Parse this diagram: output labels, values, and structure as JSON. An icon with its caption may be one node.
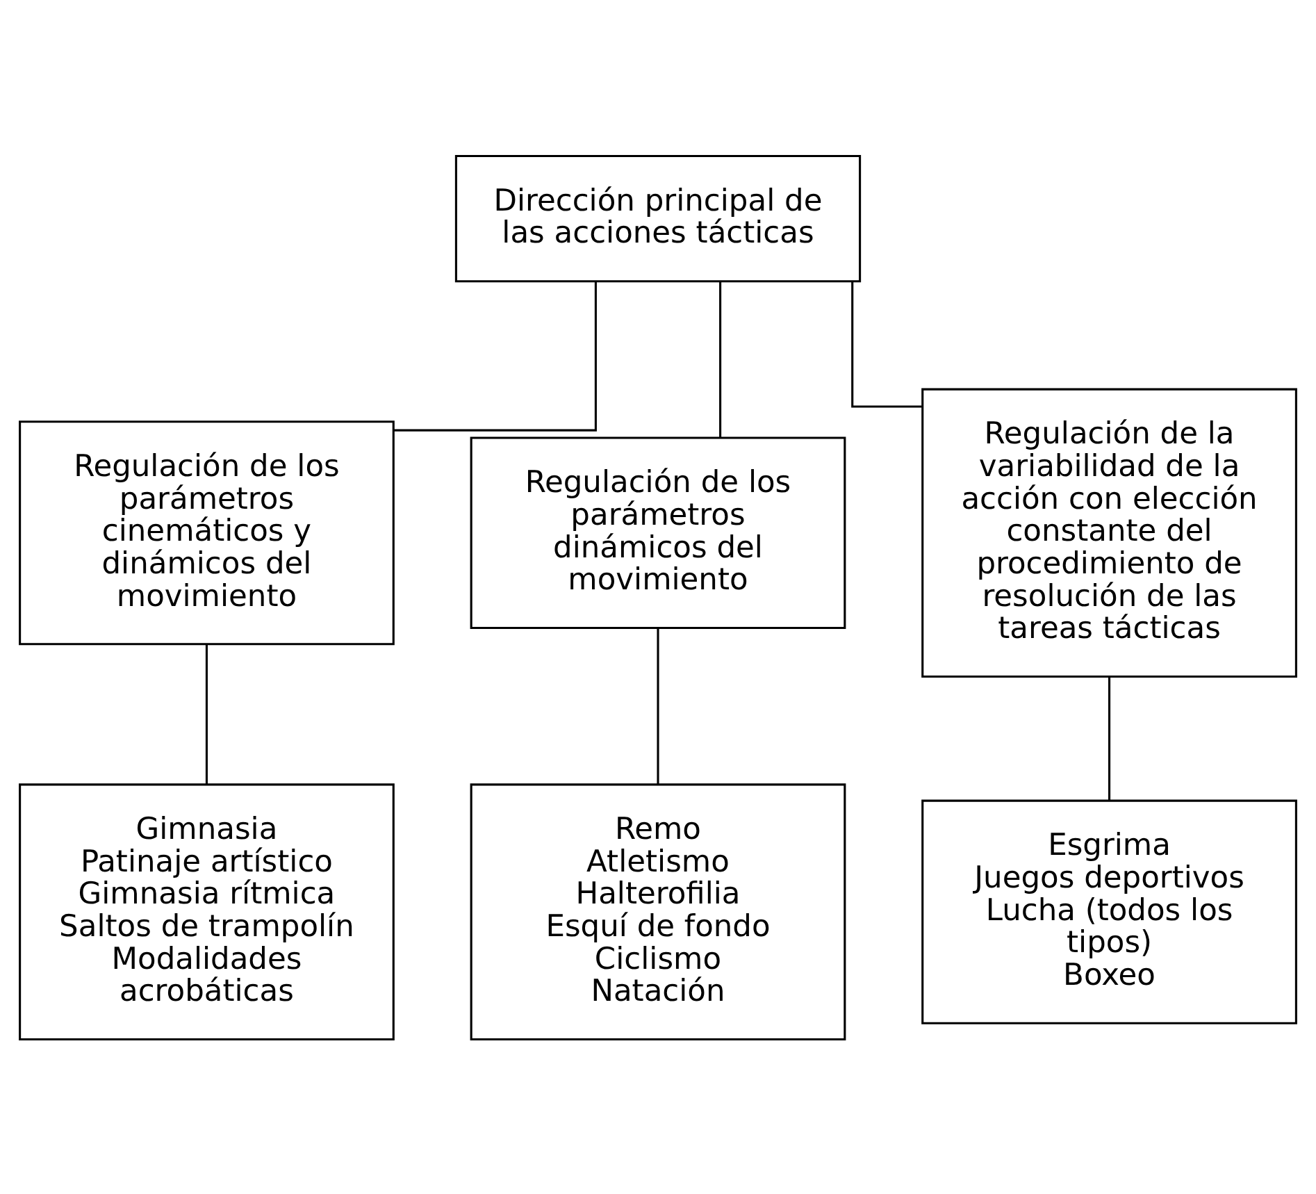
{
  "diagram": {
    "nodes": [
      {
        "text": [
          "Dirección principal de las acciones tácticas"
        ]
      },
      {
        "text": [
          "Regulación de los parámetros cinemáticos y dinámicos del movimiento"
        ]
      },
      {
        "text": [
          "Regulación de los parámetros dinámicos del movimiento"
        ]
      },
      {
        "text": [
          "Regulación de la variabilidad de la acción con elección constante del procedimiento de resolución de las tareas tácticas"
        ]
      },
      {
        "text": [
          "Gimnasia",
          "Patinaje artístico",
          "Gimnasia rítmica",
          "Saltos de trampolín",
          "Modalidades acrobáticas"
        ]
      },
      {
        "text": [
          "Remo",
          "Atletismo",
          "Halterofilia",
          "Esquí de fondo",
          "Ciclismo",
          "Natación"
        ]
      },
      {
        "text": [
          "Esgrima",
          "Juegos deportivos",
          "Lucha (todos los tipos)",
          "Boxeo"
        ]
      }
    ],
    "edges": [
      {
        "from": 0,
        "to": 1,
        "arrow": "none"
      },
      {
        "from": 0,
        "to": 2,
        "arrow": "none"
      },
      {
        "from": 0,
        "to": 3,
        "arrow": "none"
      },
      {
        "from": 1,
        "to": 4,
        "arrow": "none"
      },
      {
        "from": 2,
        "to": 5,
        "arrow": "none"
      },
      {
        "from": 3,
        "to": 6,
        "arrow": "none"
      }
    ]
  }
}
